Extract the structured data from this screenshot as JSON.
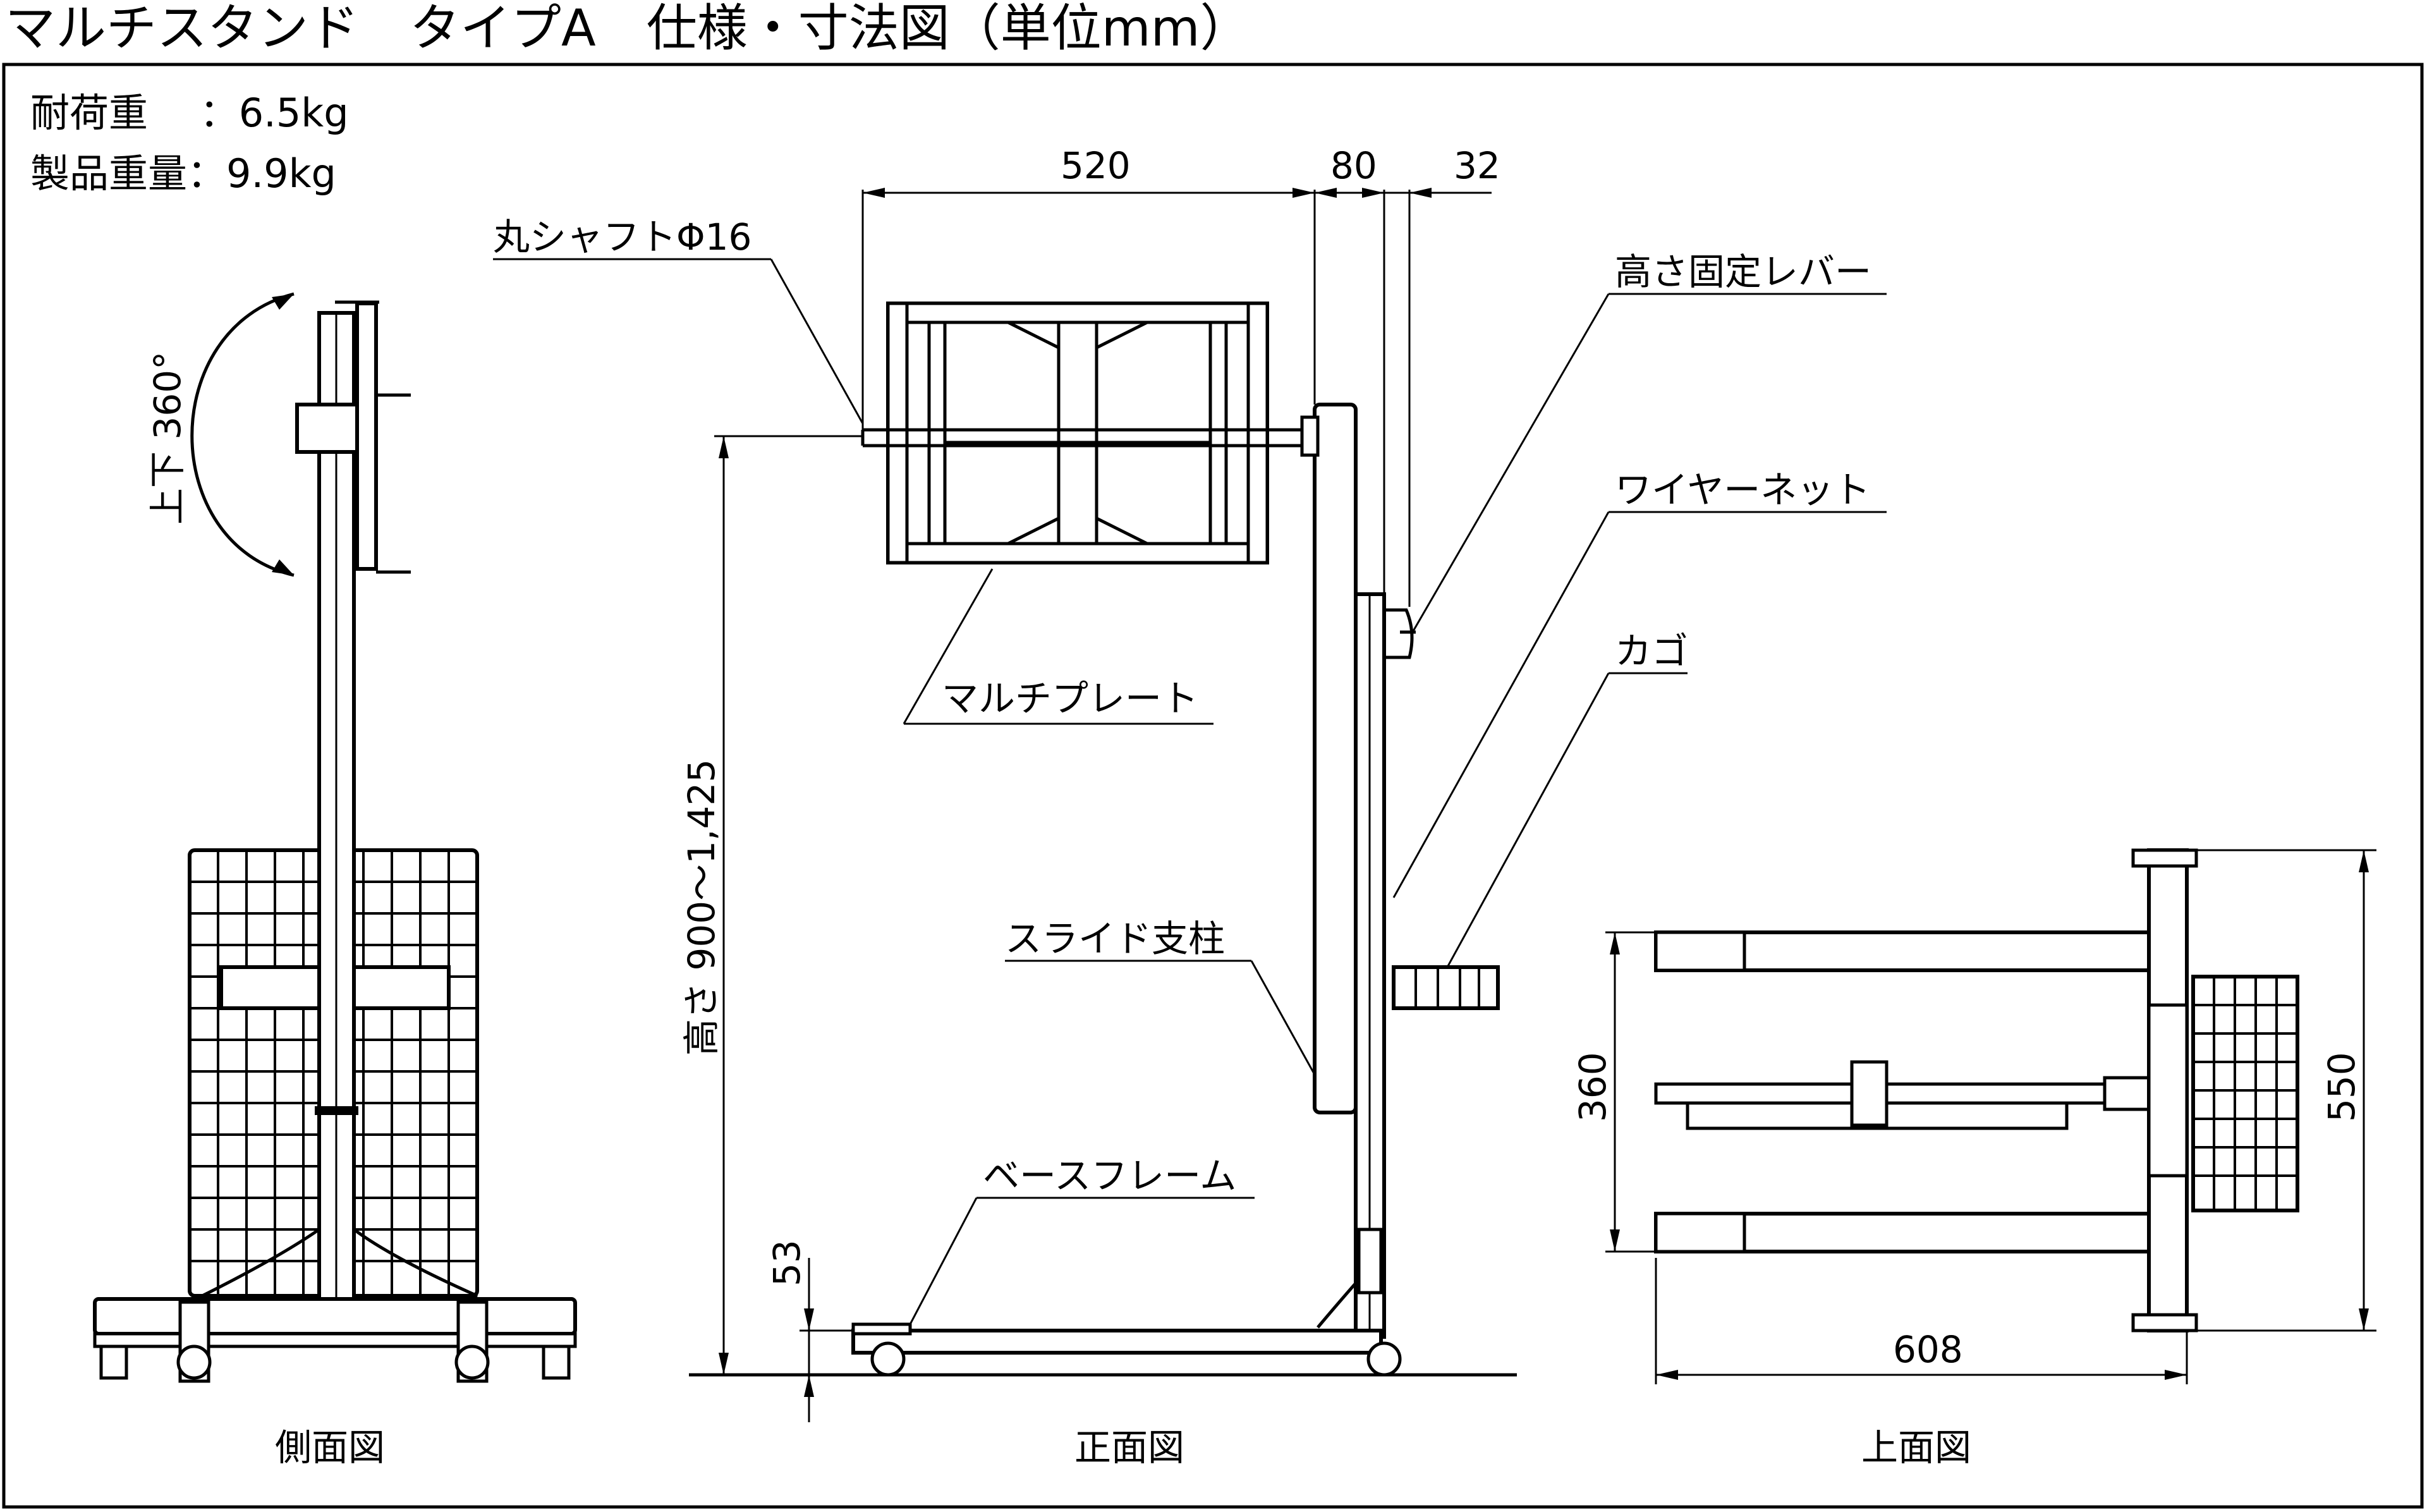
{
  "title": "マルチスタンド　タイプA　仕様・寸法図（単位mm）",
  "specs": {
    "load_capacity": "耐荷重　 ：6.5kg",
    "product_weight": "製品重量：9.9kg"
  },
  "views": {
    "side": "側面図",
    "front": "正面図",
    "top": "上面図"
  },
  "rotation_label": "上下 360°",
  "labels": {
    "round_shaft": "丸シャフトΦ16",
    "height_lever": "高さ固定レバー",
    "wire_net": "ワイヤーネット",
    "basket": "カゴ",
    "multi_plate": "マルチプレート",
    "slide_post": "スライド支柱",
    "base_frame": "ベースフレーム"
  },
  "dimensions": {
    "width_520": "520",
    "width_80": "80",
    "width_32": "32",
    "height_range": "高さ 900〜1,425",
    "height_53": "53",
    "depth_360": "360",
    "depth_550": "550",
    "width_608": "608"
  }
}
